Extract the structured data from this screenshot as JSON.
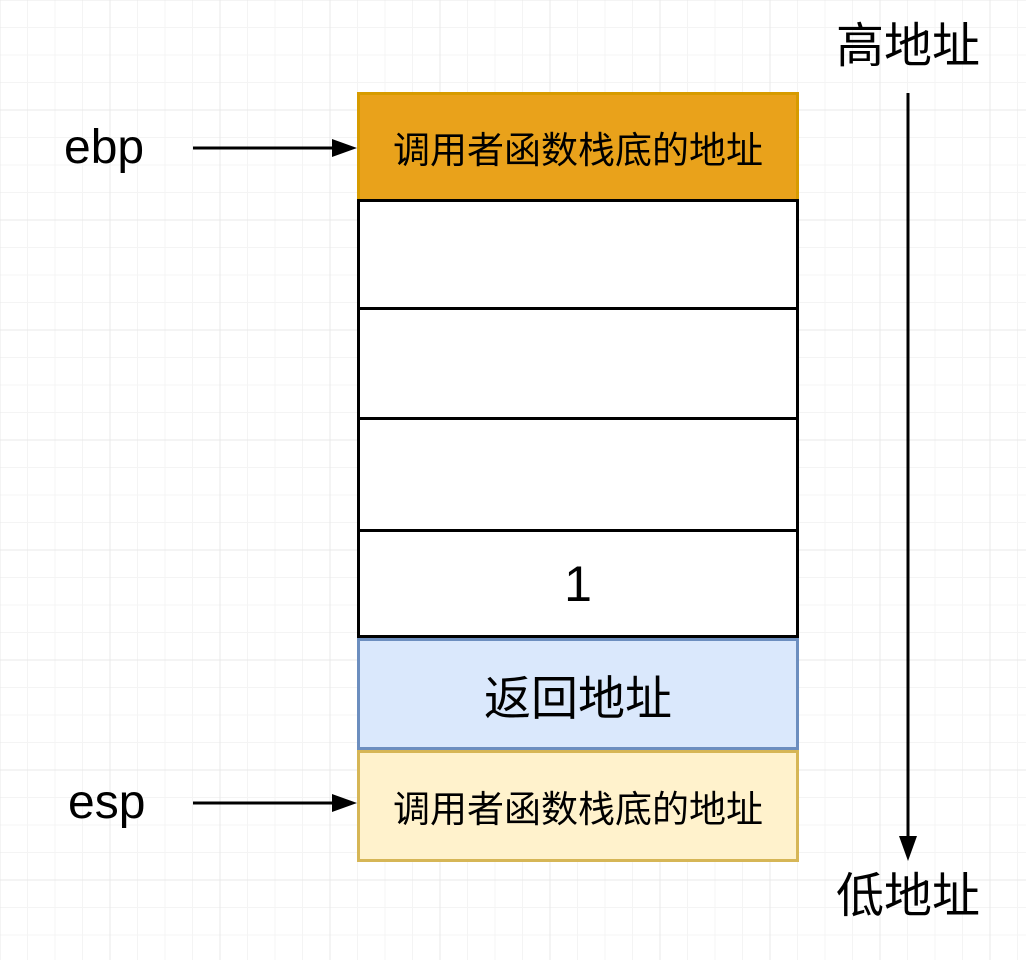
{
  "diagram": {
    "description": "Function call stack memory layout",
    "pointers": [
      {
        "label": "ebp"
      },
      {
        "label": "esp"
      }
    ],
    "stack": {
      "cells": [
        {
          "label": "调用者函数栈底的地址",
          "fill": "#E9A21B",
          "border": "#D79B00"
        },
        {
          "label": "",
          "fill": "#FFFFFF",
          "border": "#000000"
        },
        {
          "label": "",
          "fill": "#FFFFFF",
          "border": "#000000"
        },
        {
          "label": "",
          "fill": "#FFFFFF",
          "border": "#000000"
        },
        {
          "label": "1",
          "fill": "#FFFFFF",
          "border": "#000000"
        },
        {
          "label": "返回地址",
          "fill": "#DAE8FC",
          "border": "#6C8EBF"
        },
        {
          "label": "调用者函数栈底的地址",
          "fill": "#FFF2CC",
          "border": "#D6B656"
        }
      ]
    },
    "address_axis": {
      "high_label": "高地址",
      "low_label": "低地址"
    },
    "colors": {
      "arrow": "#000000",
      "grid_minor": "#F4F4F4",
      "grid_major": "#E8E8E8",
      "background": "#FFFFFF"
    }
  }
}
